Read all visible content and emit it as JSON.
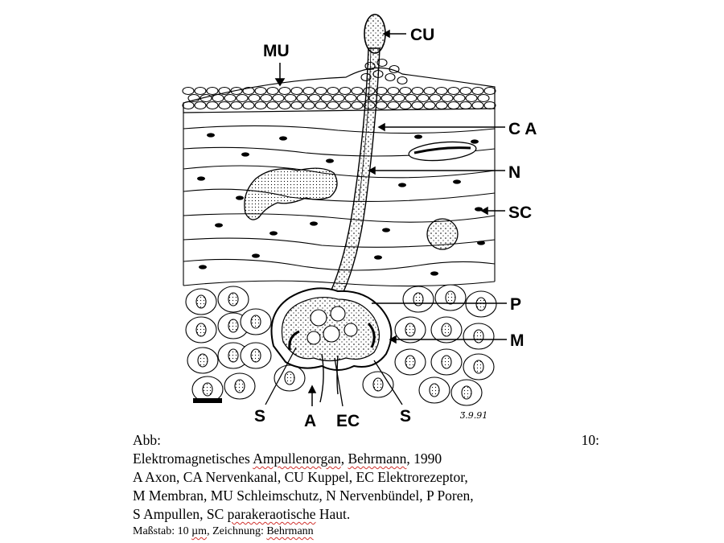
{
  "labels": {
    "cu": "CU",
    "mu": "MU",
    "ca": "C A",
    "n": "N",
    "sc": "SC",
    "p": "P",
    "m": "M",
    "s_left": "S",
    "a": "A",
    "ec": "EC",
    "s_right": "S"
  },
  "signature": "Ʒ.9.91",
  "caption": {
    "abb": "Abb:",
    "number": "10:",
    "title_pre": "Elektromagnetisches ",
    "title_w1": "Ampullenorgan",
    "title_mid": ", ",
    "title_w2": "Behrmann",
    "title_post": ", 1990",
    "line2": "A Axon, CA Nervenkanal, CU Kuppel, EC  Elektrorezeptor,",
    "line3": "M Membran, MU Schleimschutz, N Nervenbündel, P Poren,",
    "line4_pre": "S  Ampullen, SC ",
    "line4_w": "parakeraotische",
    "line4_post": " Haut.",
    "scale_pre": "Maßstab: 10 ",
    "scale_unit": "µm",
    "scale_mid": ", Zeichnung: ",
    "scale_name": "Behrmann"
  }
}
